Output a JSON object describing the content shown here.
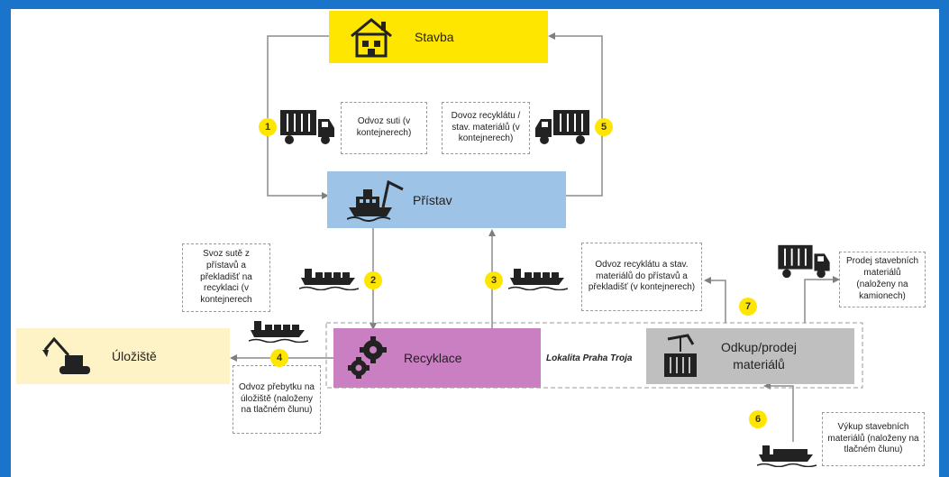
{
  "nodes": {
    "stavba": "Stavba",
    "pristav": "Přístav",
    "recyklace": "Recyklace",
    "uloziste": "Úložiště",
    "odkup": "Odkup/prodej materiálů"
  },
  "badges": [
    "1",
    "2",
    "3",
    "4",
    "5",
    "6",
    "7"
  ],
  "notes": {
    "n1": "Odvoz suti (v kontejnerech)",
    "n5": "Dovoz recyklátu / stav. materiálů (v kontejnerech)",
    "n2": "Svoz sutě z přístavů a překladišť na recyklaci (v kontejnerech",
    "n3": "Odvoz recyklátu a stav. materiálů do přístavů a překladišť (v kontejnerech)",
    "n4": "Odvoz přebytku na úložiště (naloženy na tlačném člunu)",
    "n7": "Prodej stavebních materiálů (naloženy na kamionech)",
    "n6": "Výkup stavebních materiálů (naloženy na tlačném člunu)"
  },
  "lokalita": "Lokalita Praha Troja",
  "colors": {
    "stavba": "#ffe600",
    "pristav": "#9dc3e6",
    "recyklace": "#c97fc1",
    "uloziste": "#fdf3c6",
    "odkup": "#bfbfbf",
    "frame": "#1a74c9",
    "badge": "#ffe600"
  },
  "icons": [
    "house-icon",
    "truck-icon",
    "ship-crane-icon",
    "boat-icon",
    "gears-icon",
    "excavator-icon",
    "crane-container-icon"
  ]
}
